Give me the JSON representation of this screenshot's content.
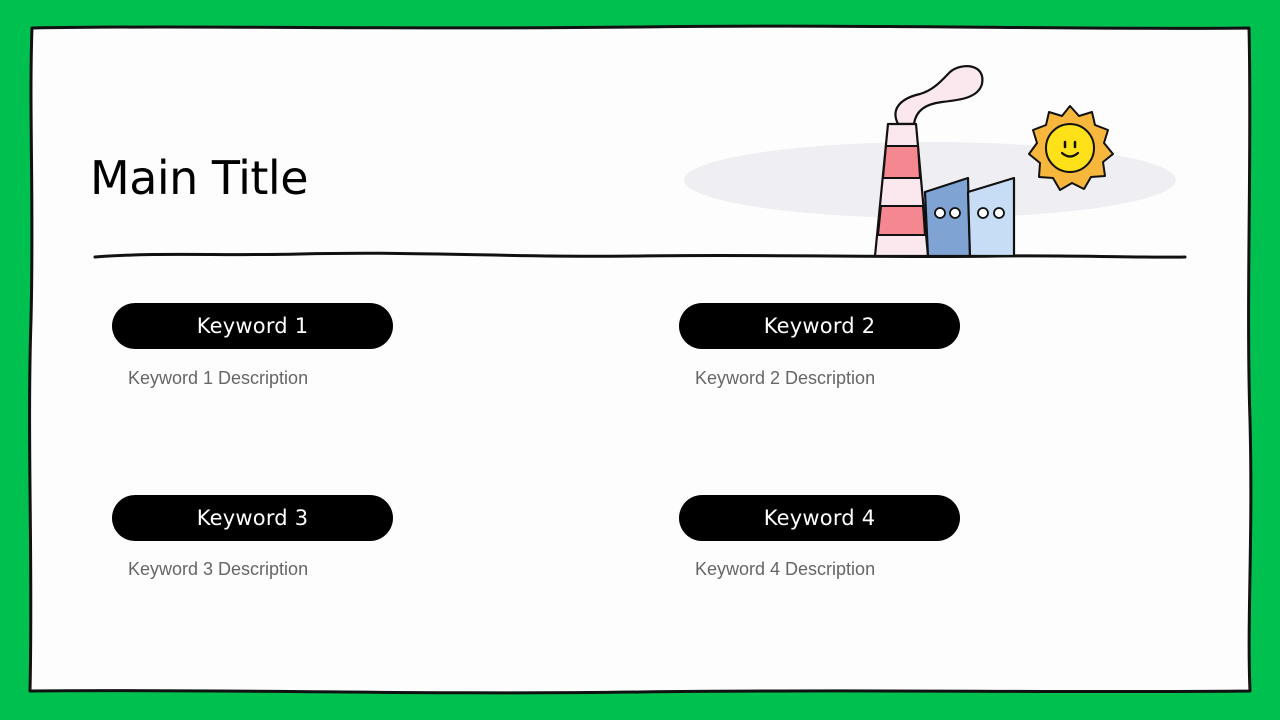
{
  "colors": {
    "background": "#00c050",
    "card": "#fdfdfd",
    "pill": "#000000",
    "pill_text": "#ffffff",
    "description_text": "#666666",
    "chimney_pink": "#f4878f",
    "building_blue": "#7fa4d4",
    "building_light_blue": "#c6ddf5",
    "sun_orange": "#f6b73c",
    "sun_face": "#ffe11a",
    "smoke": "#fbe8ef",
    "cloud": "#efeef2"
  },
  "slide": {
    "title": "Main Title",
    "keywords": [
      {
        "label": "Keyword 1",
        "description": "Keyword 1 Description"
      },
      {
        "label": "Keyword 2",
        "description": "Keyword 2 Description"
      },
      {
        "label": "Keyword 3",
        "description": "Keyword 3 Description"
      },
      {
        "label": "Keyword 4",
        "description": "Keyword 4 Description"
      }
    ]
  },
  "illustration": {
    "icons": [
      "factory-icon",
      "sun-icon",
      "cloud-icon",
      "smoke-icon"
    ]
  }
}
